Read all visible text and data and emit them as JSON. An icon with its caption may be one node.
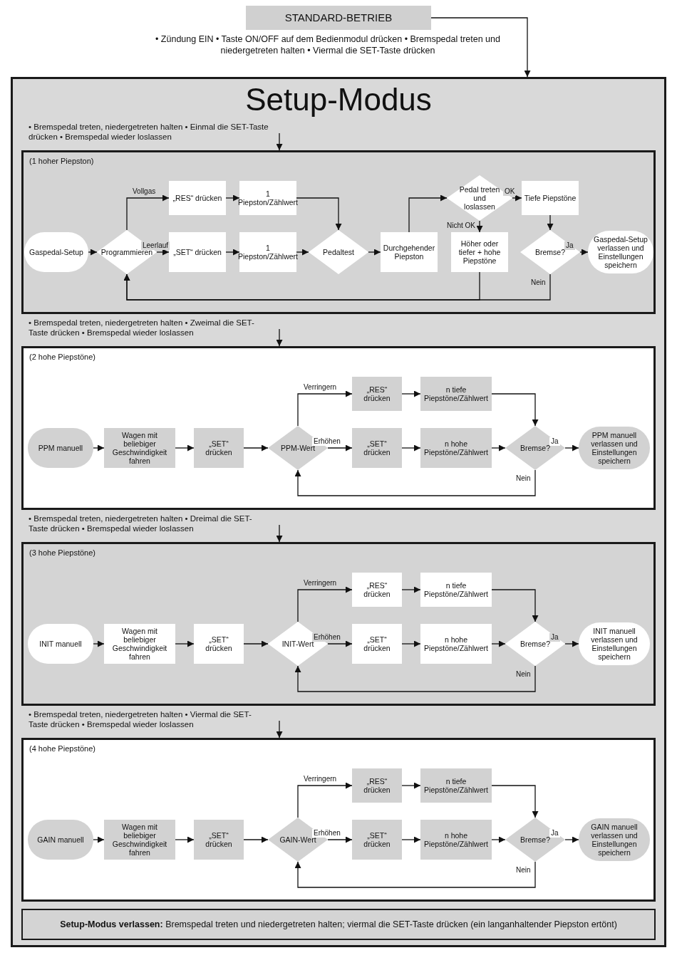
{
  "diagram": {
    "nodes": [
      {
        "text": [
          "STANDARD-BETRIEB"
        ]
      },
      {
        "text": [
          "Setup-Modus"
        ]
      },
      {
        "text": [
          "(1 hoher Piepston)"
        ],
        "in": 1
      },
      {
        "text": [
          "Gaspedal-Setup"
        ],
        "in": 2
      },
      {
        "text": [
          "Programmieren"
        ],
        "in": 2
      },
      {
        "text": [
          "„SET“ drücken"
        ],
        "in": 2
      },
      {
        "text": [
          "„RES“ drücken"
        ],
        "in": 2
      },
      {
        "text": [
          "1 Piepston/Zählwert"
        ],
        "in": 2
      },
      {
        "text": [
          "1 Piepston/Zählwert"
        ],
        "in": 2
      },
      {
        "text": [
          "Pedaltest"
        ],
        "in": 2
      },
      {
        "text": [
          "Durchgehender Piepston"
        ],
        "in": 2
      },
      {
        "text": [
          "Pedal treten und loslassen"
        ],
        "in": 2
      },
      {
        "text": [
          "Höher oder tiefer + hohe Piepstöne"
        ],
        "in": 2
      },
      {
        "text": [
          "Tiefe Piepstöne"
        ],
        "in": 2
      },
      {
        "text": [
          "Bremse?"
        ],
        "in": 2
      },
      {
        "text": [
          "Gaspedal-Setup verlassen und Einstellungen speichern"
        ],
        "in": 2
      },
      {
        "text": [
          "(2 hohe Piepstöne)"
        ],
        "in": 1
      },
      {
        "text": [
          "PPM manuell"
        ],
        "in": 16
      },
      {
        "text": [
          "Wagen mit beliebiger Geschwindigkeit fahren"
        ],
        "in": 16
      },
      {
        "text": [
          "„SET“ drücken"
        ],
        "in": 16
      },
      {
        "text": [
          "PPM-Wert"
        ],
        "in": 16
      },
      {
        "text": [
          "„SET“ drücken"
        ],
        "in": 16
      },
      {
        "text": [
          "„RES“ drücken"
        ],
        "in": 16
      },
      {
        "text": [
          "n hohe Piepstöne/Zählwert"
        ],
        "in": 16
      },
      {
        "text": [
          "n tiefe Piepstöne/Zählwert"
        ],
        "in": 16
      },
      {
        "text": [
          "Bremse?"
        ],
        "in": 16
      },
      {
        "text": [
          "PPM manuell verlassen und Einstellungen speichern"
        ],
        "in": 16
      },
      {
        "text": [
          "(3 hohe Piepstöne)"
        ],
        "in": 1
      },
      {
        "text": [
          "INIT manuell"
        ],
        "in": 27
      },
      {
        "text": [
          "Wagen mit beliebiger Geschwindigkeit fahren"
        ],
        "in": 27
      },
      {
        "text": [
          "„SET“ drücken"
        ],
        "in": 27
      },
      {
        "text": [
          "INIT-Wert"
        ],
        "in": 27
      },
      {
        "text": [
          "„SET“ drücken"
        ],
        "in": 27
      },
      {
        "text": [
          "„RES“ drücken"
        ],
        "in": 27
      },
      {
        "text": [
          "n hohe Piepstöne/Zählwert"
        ],
        "in": 27
      },
      {
        "text": [
          "n tiefe Piepstöne/Zählwert"
        ],
        "in": 27
      },
      {
        "text": [
          "Bremse?"
        ],
        "in": 27
      },
      {
        "text": [
          "INIT manuell verlassen und Einstellungen speichern"
        ],
        "in": 27
      },
      {
        "text": [
          "(4 hohe Piepstöne)"
        ],
        "in": 1
      },
      {
        "text": [
          "GAIN manuell"
        ],
        "in": 38
      },
      {
        "text": [
          "Wagen mit beliebiger Geschwindigkeit fahren"
        ],
        "in": 38
      },
      {
        "text": [
          "„SET“ drücken"
        ],
        "in": 38
      },
      {
        "text": [
          "GAIN-Wert"
        ],
        "in": 38
      },
      {
        "text": [
          "„SET“ drücken"
        ],
        "in": 38
      },
      {
        "text": [
          "„RES“ drücken"
        ],
        "in": 38
      },
      {
        "text": [
          "n hohe Piepstöne/Zählwert"
        ],
        "in": 38
      },
      {
        "text": [
          "n tiefe Piepstöne/Zählwert"
        ],
        "in": 38
      },
      {
        "text": [
          "Bremse?"
        ],
        "in": 38
      },
      {
        "text": [
          "GAIN manuell verlassen und Einstellungen speichern"
        ],
        "in": 38
      },
      {
        "text": [
          "Setup-Modus verlassen:",
          "Bremspedal treten und niedergetreten halten; viermal die SET-Taste drücken (ein langanhaltender Piepston ertönt)"
        ],
        "in": 1
      }
    ],
    "edges": [
      {
        "from": 0,
        "to": 1,
        "arrow": "to",
        "label": "• Zündung EIN • Taste ON/OFF auf dem Bedienmodul drücken • Bremspedal treten und niedergetreten halten • Viermal die SET-Taste drücken"
      },
      {
        "from": null,
        "to": 2,
        "arrow": "to",
        "label": "• Bremspedal treten, niedergetreten halten • Einmal die SET-Taste drücken • Bremspedal wieder loslassen"
      },
      {
        "from": 3,
        "to": 4,
        "arrow": "to"
      },
      {
        "from": 4,
        "to": 5,
        "arrow": "to",
        "label": "Leerlauf"
      },
      {
        "from": 4,
        "to": 6,
        "arrow": "to",
        "label": "Vollgas"
      },
      {
        "from": 5,
        "to": 7,
        "arrow": "to"
      },
      {
        "from": 6,
        "to": 8,
        "arrow": "to"
      },
      {
        "from": 7,
        "to": 9,
        "arrow": "to"
      },
      {
        "from": 8,
        "to": 9,
        "arrow": "to"
      },
      {
        "from": 9,
        "to": 10,
        "arrow": "to"
      },
      {
        "from": 10,
        "to": 11,
        "arrow": "to"
      },
      {
        "from": 11,
        "to": 12,
        "arrow": "to",
        "label": "Nicht OK"
      },
      {
        "from": 11,
        "to": 13,
        "arrow": "to",
        "label": "OK"
      },
      {
        "from": 13,
        "to": 14,
        "arrow": "to"
      },
      {
        "from": 14,
        "to": 15,
        "arrow": "to",
        "label": "Ja"
      },
      {
        "from": 14,
        "to": 4,
        "arrow": "to",
        "label": "Nein"
      },
      {
        "from": 12,
        "to": 4,
        "arrow": "to"
      },
      {
        "from": null,
        "to": 16,
        "arrow": "to",
        "label": "• Bremspedal treten, niedergetreten halten • Zweimal die SET-Taste drücken • Bremspedal wieder loslassen"
      },
      {
        "from": 17,
        "to": 18,
        "arrow": "to"
      },
      {
        "from": 18,
        "to": 19,
        "arrow": "to"
      },
      {
        "from": 19,
        "to": 20,
        "arrow": "to"
      },
      {
        "from": 20,
        "to": 21,
        "arrow": "to",
        "label": "Erhöhen"
      },
      {
        "from": 20,
        "to": 22,
        "arrow": "to",
        "label": "Verringern"
      },
      {
        "from": 21,
        "to": 23,
        "arrow": "to"
      },
      {
        "from": 22,
        "to": 24,
        "arrow": "to"
      },
      {
        "from": 23,
        "to": 25,
        "arrow": "to"
      },
      {
        "from": 24,
        "to": 25,
        "arrow": "to"
      },
      {
        "from": 25,
        "to": 26,
        "arrow": "to",
        "label": "Ja"
      },
      {
        "from": 25,
        "to": 20,
        "arrow": "to",
        "label": "Nein"
      },
      {
        "from": null,
        "to": 27,
        "arrow": "to",
        "label": "• Bremspedal treten, niedergetreten halten • Dreimal die SET-Taste drücken • Bremspedal wieder loslassen"
      },
      {
        "from": 28,
        "to": 29,
        "arrow": "to"
      },
      {
        "from": 29,
        "to": 30,
        "arrow": "to"
      },
      {
        "from": 30,
        "to": 31,
        "arrow": "to"
      },
      {
        "from": 31,
        "to": 32,
        "arrow": "to",
        "label": "Erhöhen"
      },
      {
        "from": 31,
        "to": 33,
        "arrow": "to",
        "label": "Verringern"
      },
      {
        "from": 32,
        "to": 34,
        "arrow": "to"
      },
      {
        "from": 33,
        "to": 35,
        "arrow": "to"
      },
      {
        "from": 34,
        "to": 36,
        "arrow": "to"
      },
      {
        "from": 35,
        "to": 36,
        "arrow": "to"
      },
      {
        "from": 36,
        "to": 37,
        "arrow": "to",
        "label": "Ja"
      },
      {
        "from": 36,
        "to": 31,
        "arrow": "to",
        "label": "Nein"
      },
      {
        "from": null,
        "to": 38,
        "arrow": "to",
        "label": "• Bremspedal treten, niedergetreten halten • Viermal die SET-Taste drücken • Bremspedal wieder loslassen"
      },
      {
        "from": 39,
        "to": 40,
        "arrow": "to"
      },
      {
        "from": 40,
        "to": 41,
        "arrow": "to"
      },
      {
        "from": 41,
        "to": 42,
        "arrow": "to"
      },
      {
        "from": 42,
        "to": 43,
        "arrow": "to",
        "label": "Erhöhen"
      },
      {
        "from": 42,
        "to": 44,
        "arrow": "to",
        "label": "Verringern"
      },
      {
        "from": 43,
        "to": 45,
        "arrow": "to"
      },
      {
        "from": 44,
        "to": 46,
        "arrow": "to"
      },
      {
        "from": 45,
        "to": 47,
        "arrow": "to"
      },
      {
        "from": 46,
        "to": 47,
        "arrow": "to"
      },
      {
        "from": 47,
        "to": 48,
        "arrow": "to",
        "label": "Ja"
      },
      {
        "from": 47,
        "to": 42,
        "arrow": "to",
        "label": "Nein"
      }
    ]
  }
}
